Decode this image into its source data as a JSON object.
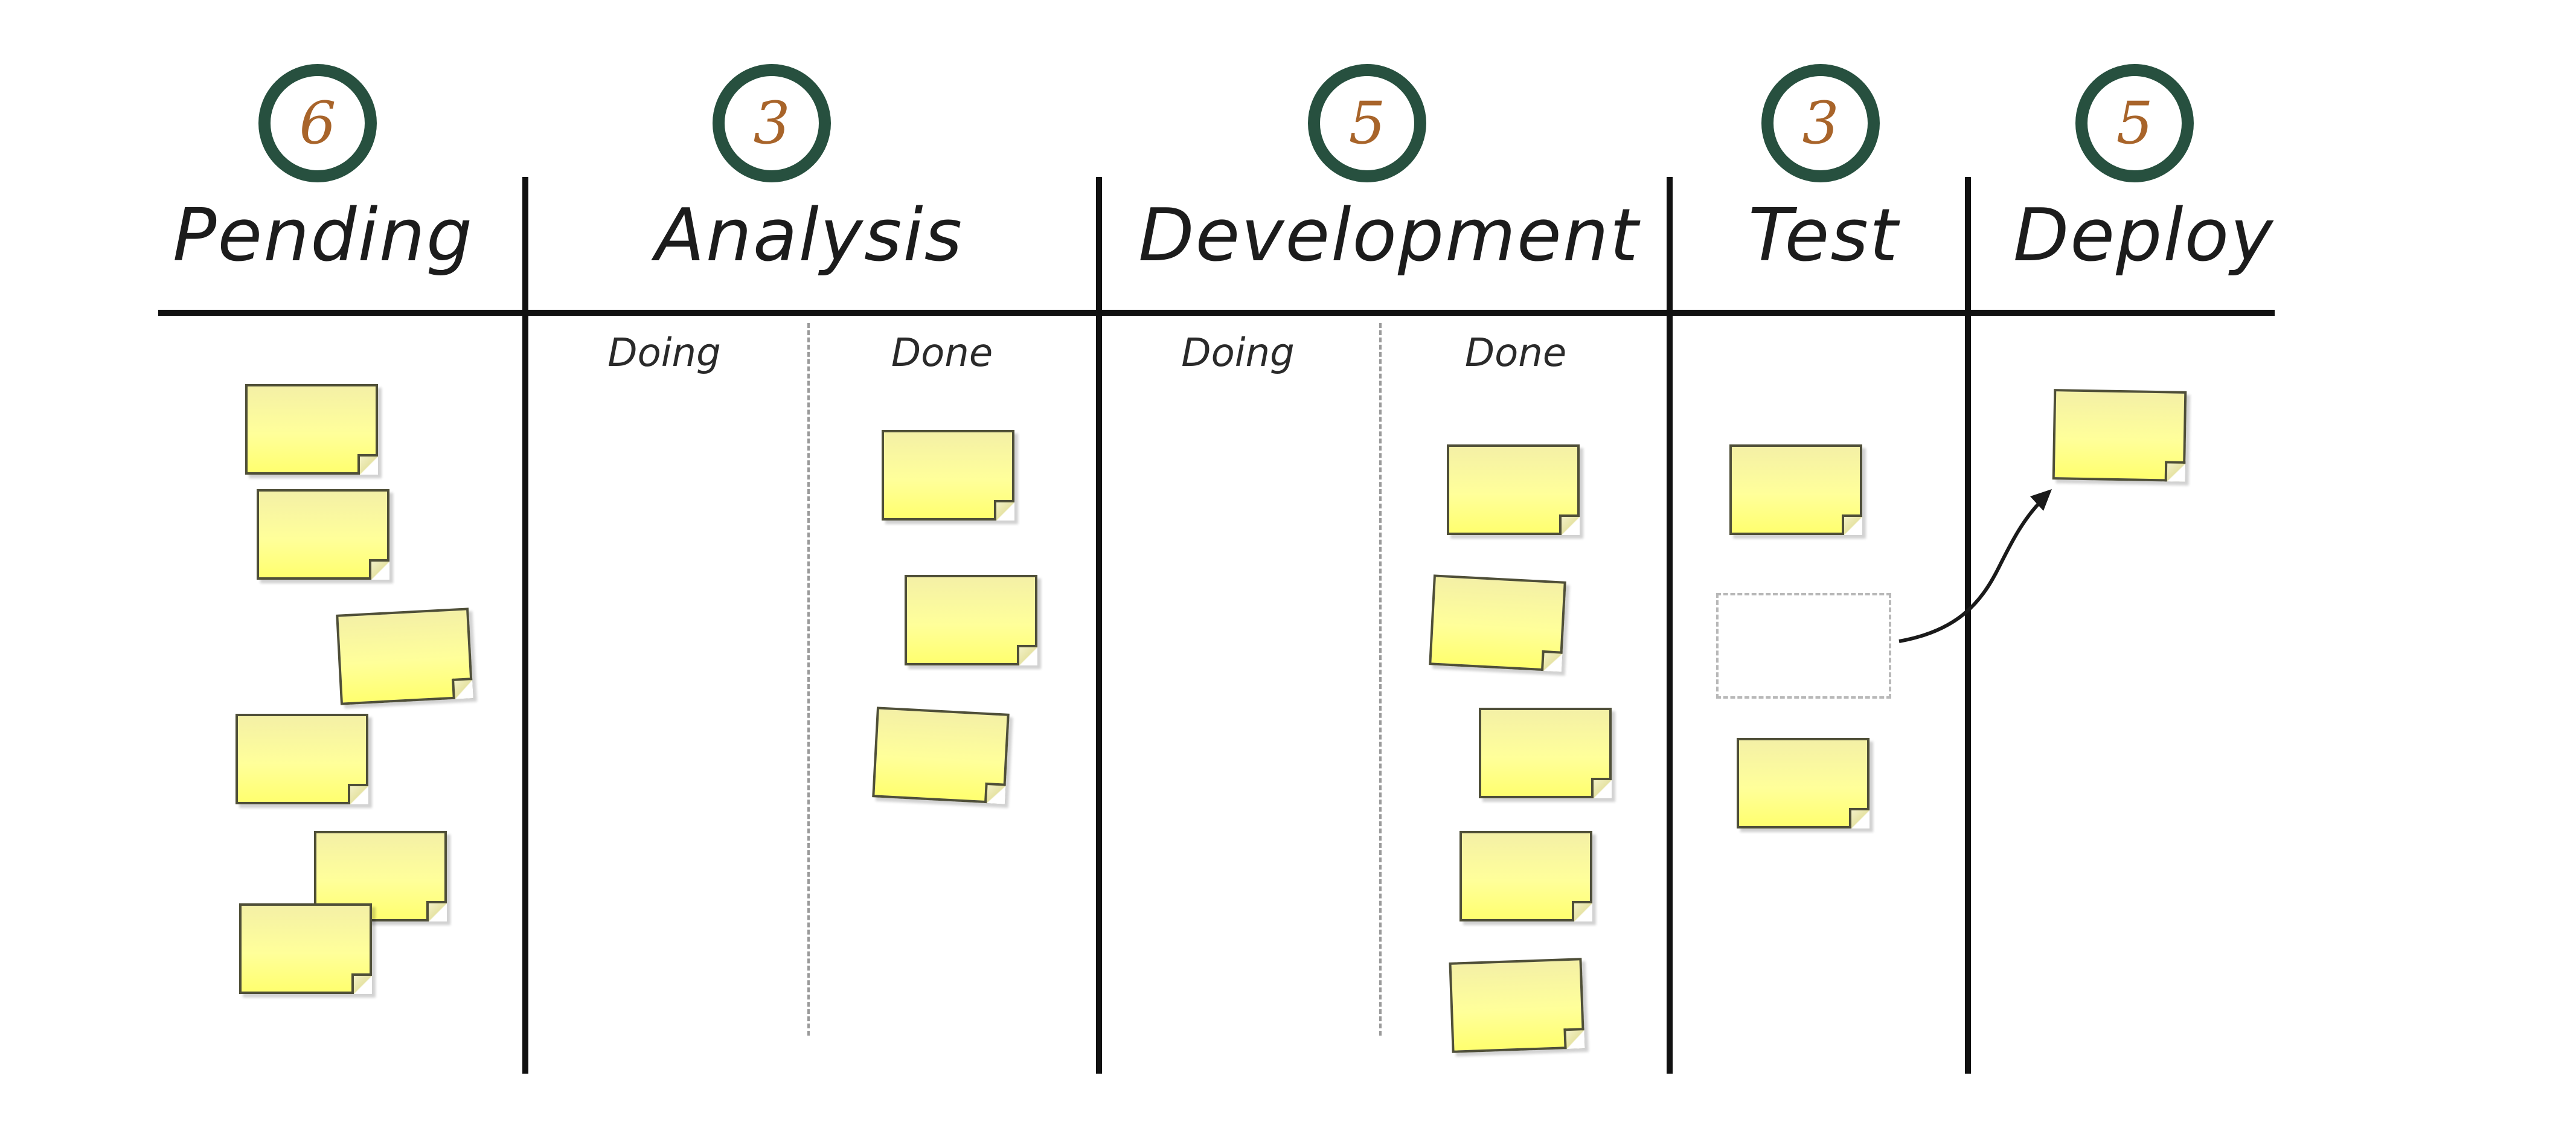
{
  "board": {
    "columns": [
      {
        "title": "Pending",
        "wip_limit": "6"
      },
      {
        "title": "Analysis",
        "wip_limit": "3",
        "subcolumns": [
          "Doing",
          "Done"
        ]
      },
      {
        "title": "Development",
        "wip_limit": "5",
        "subcolumns": [
          "Doing",
          "Done"
        ]
      },
      {
        "title": "Test",
        "wip_limit": "3"
      },
      {
        "title": "Deploy",
        "wip_limit": "5"
      }
    ]
  }
}
